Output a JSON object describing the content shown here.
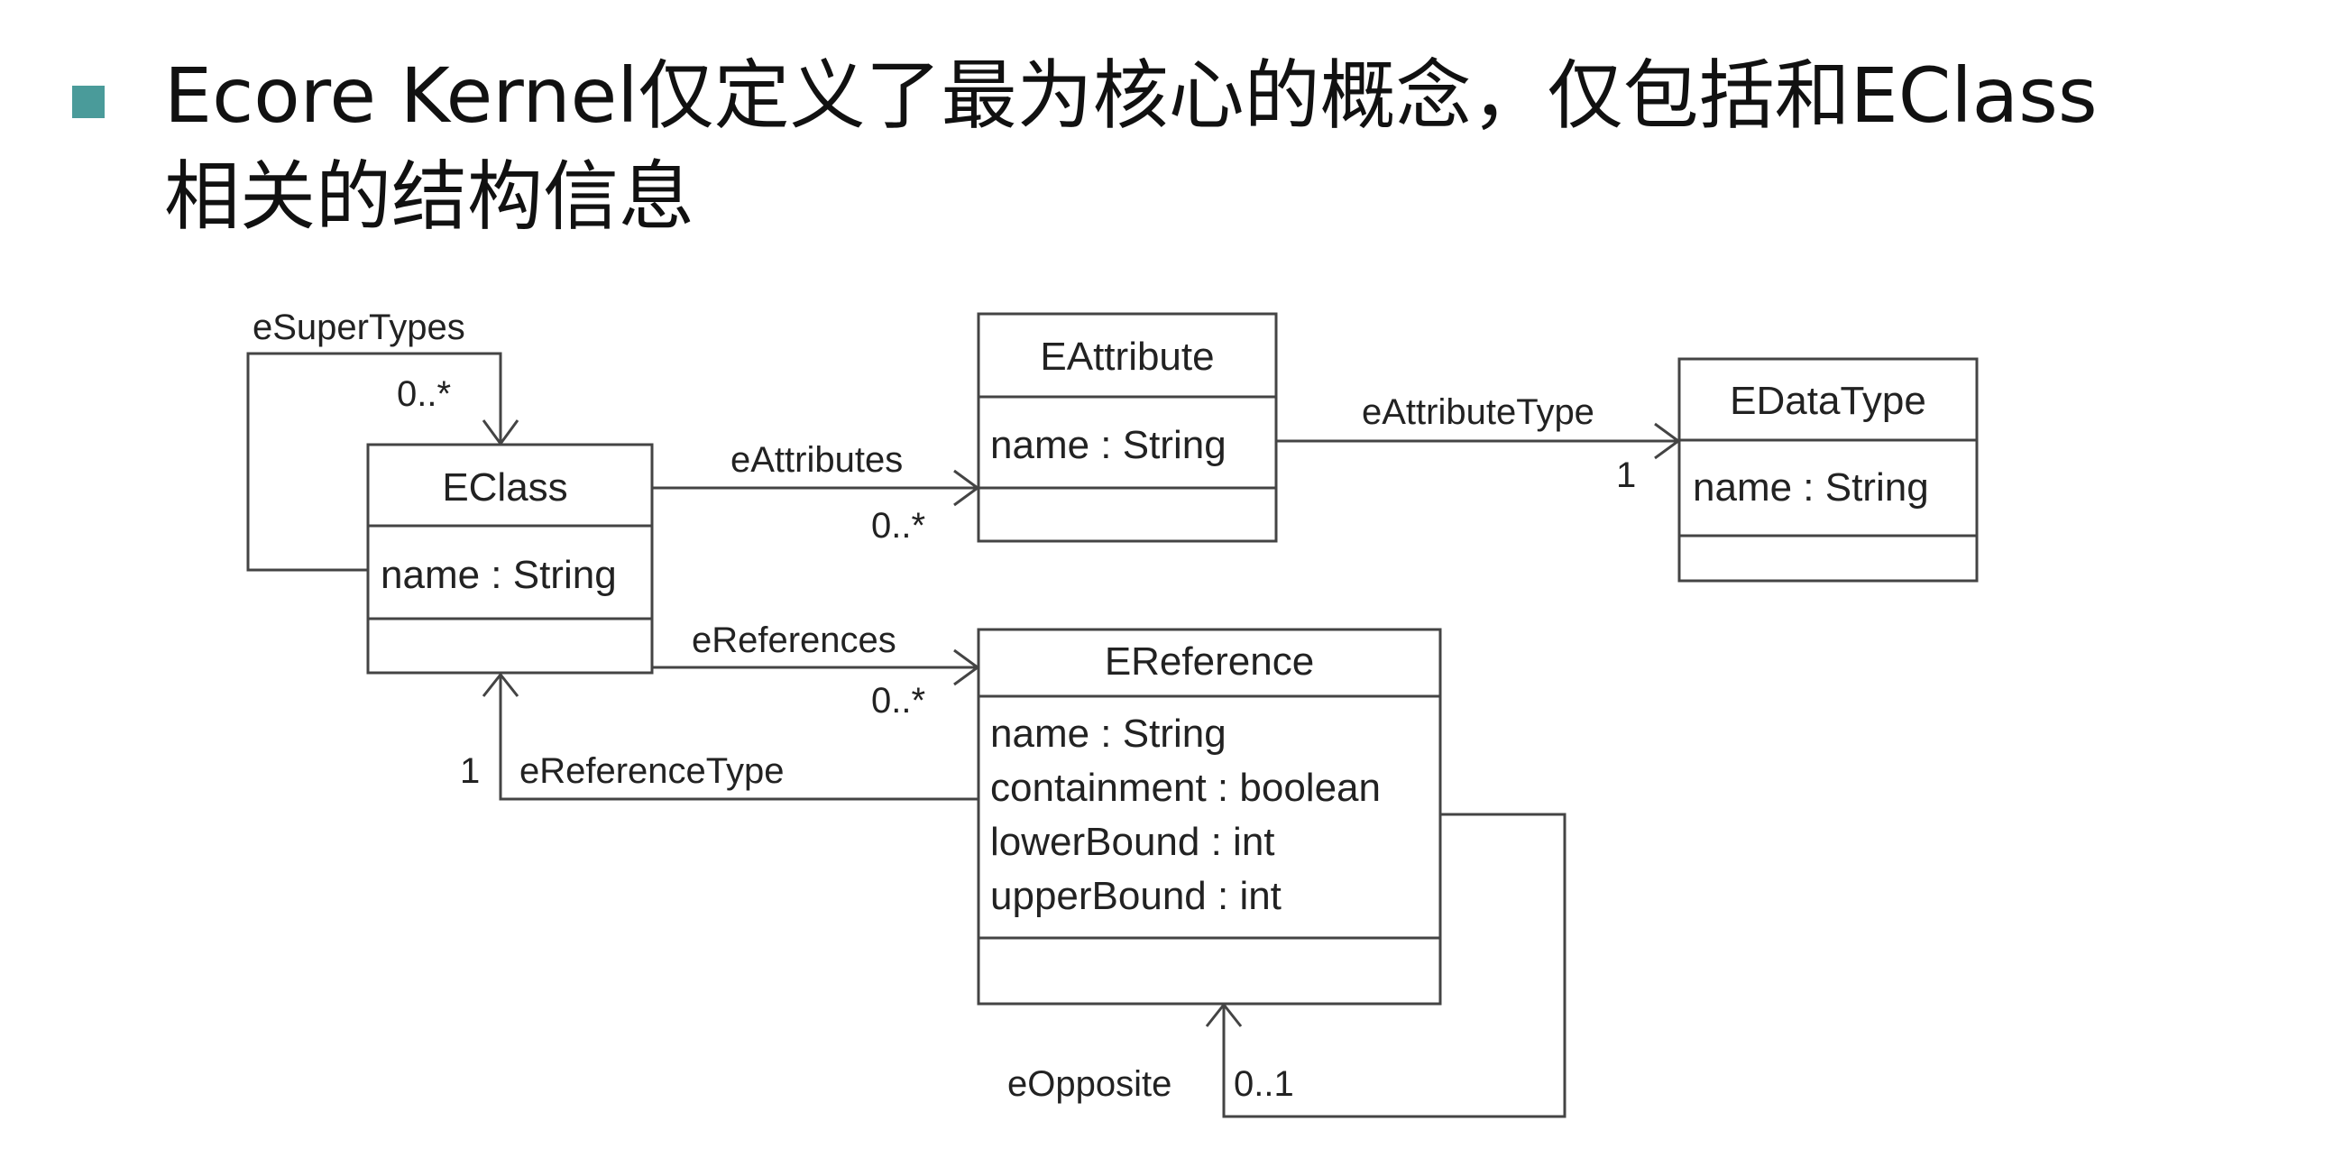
{
  "heading": {
    "line1": "Ecore Kernel仅定义了最为核心的概念，仅包括和EClass",
    "line2": "相关的结构信息",
    "bullet_color": "#4a9b9a"
  },
  "classes": {
    "eclass": {
      "name": "EClass",
      "attributes": [
        "name : String"
      ]
    },
    "eattribute": {
      "name": "EAttribute",
      "attributes": [
        "name : String"
      ]
    },
    "edatatype": {
      "name": "EDataType",
      "attributes": [
        "name : String"
      ]
    },
    "ereference": {
      "name": "EReference",
      "attributes": [
        "name : String",
        "containment : boolean",
        "lowerBound : int",
        "upperBound : int"
      ]
    }
  },
  "associations": {
    "esupertypes": {
      "role": "eSuperTypes",
      "multiplicity": "0..*"
    },
    "eattributes": {
      "role": "eAttributes",
      "multiplicity": "0..*"
    },
    "eattributetype": {
      "role": "eAttributeType",
      "multiplicity": "1"
    },
    "ereferences": {
      "role": "eReferences",
      "multiplicity": "0..*"
    },
    "ereferencetype": {
      "role": "eReferenceType",
      "multiplicity": "1"
    },
    "eopposite": {
      "role": "eOpposite",
      "multiplicity": "0..1"
    }
  }
}
